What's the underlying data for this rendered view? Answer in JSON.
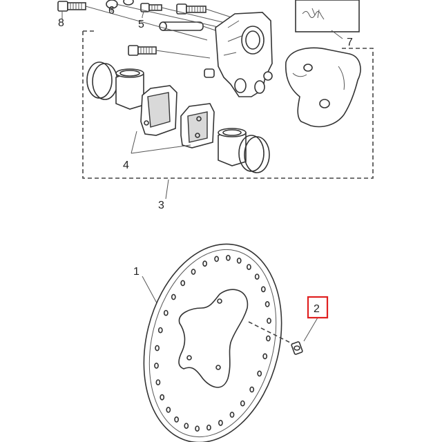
{
  "highlight_color": "#e02020",
  "line_color": "#333333",
  "callouts": {
    "c1": "1",
    "c2": "2",
    "c3": "3",
    "c4": "4",
    "c5": "5",
    "c6": "6",
    "c7": "7",
    "c8": "8"
  },
  "highlighted_callout": "2"
}
